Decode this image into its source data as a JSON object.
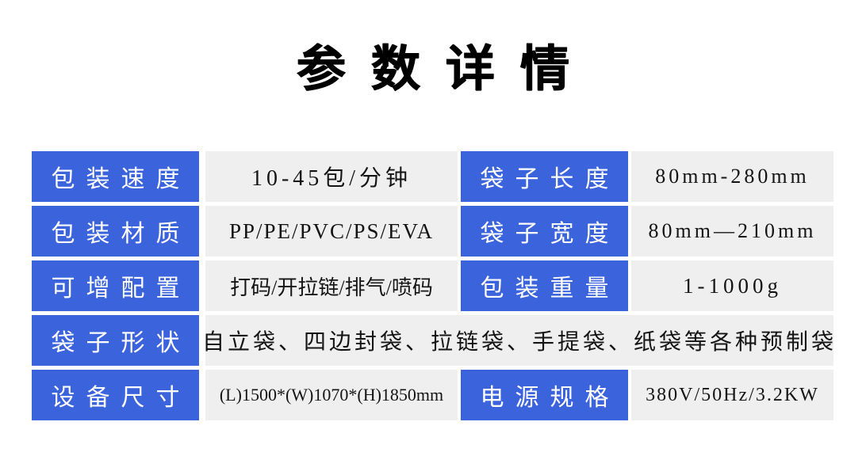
{
  "page": {
    "title": "参数详情"
  },
  "colors": {
    "label_bg": "#3b63dc",
    "value_bg": "#efefef",
    "label_text": "#ffffff",
    "value_text": "#141414",
    "title_text": "#000000",
    "page_bg": "#ffffff"
  },
  "table": {
    "rows": [
      {
        "cells": [
          {
            "label": "包装速度",
            "value": "10-45包/分钟"
          },
          {
            "label": "袋子长度",
            "value": "80mm-280mm"
          }
        ]
      },
      {
        "cells": [
          {
            "label": "包装材质",
            "value": "PP/PE/PVC/PS/EVA"
          },
          {
            "label": "袋子宽度",
            "value": "80mm—210mm"
          }
        ]
      },
      {
        "cells": [
          {
            "label": "可增配置",
            "value": "打码/开拉链/排气/喷码"
          },
          {
            "label": "包装重量",
            "value": "1-1000g"
          }
        ]
      },
      {
        "label": "袋子形状",
        "value": "自立袋、四边封袋、拉链袋、手提袋、纸袋等各种预制袋"
      },
      {
        "cells": [
          {
            "label": "设备尺寸",
            "value": "(L)1500*(W)1070*(H)1850mm"
          },
          {
            "label": "电源规格",
            "value": "380V/50Hz/3.2KW"
          }
        ]
      }
    ]
  }
}
